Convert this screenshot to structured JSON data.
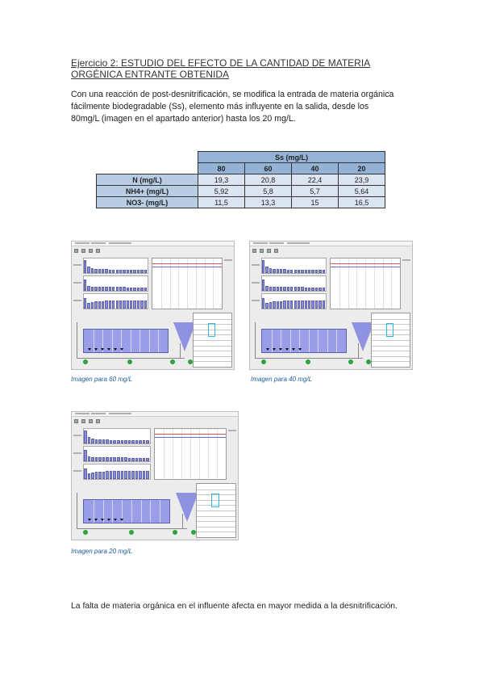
{
  "heading": {
    "line1": "Ejercicio 2: ESTUDIO DEL EFECTO DE LA CANTIDAD DE MATERIA",
    "line2": "ORGÉNICA ENTRANTE OBTENIDA"
  },
  "intro": {
    "line1": "Con una reacción de post-desnitrificación, se modifica la entrada de materia orgánica",
    "line2": "fácilmente biodegradable (Ss), elemento más influyente en la salida, desde los",
    "line3": "80mg/L (imagen en el apartado anterior) hasta los 20 mg/L."
  },
  "table": {
    "group_header": "Ss (mg/L)",
    "columns": [
      "80",
      "60",
      "40",
      "20"
    ],
    "rows": [
      {
        "label": "N (mg/L)",
        "values": [
          "19,3",
          "20,8",
          "22,4",
          "23,9"
        ]
      },
      {
        "label": "NH4+ (mg/L)",
        "values": [
          "5,92",
          "5,8",
          "5,7",
          "5,64"
        ]
      },
      {
        "label": "NO3- (mg/L)",
        "values": [
          "11,5",
          "13,3",
          "15",
          "16,5"
        ]
      }
    ]
  },
  "screenshots": {
    "s60": {
      "caption": "Imagen para 60 mg/L"
    },
    "s40": {
      "caption": "Imagen para 40 mg/L"
    },
    "s20": {
      "caption": "Imagen para 20 mg/L"
    }
  },
  "conclusion": "La falta de materia orgánica en el influente afecta en mayor medida a la desnitrificación.",
  "colors": {
    "table_header": "#95b3d7",
    "table_row_label": "#b8cce4",
    "table_cell": "#dbe5f1",
    "caption": "#1f5a9a"
  }
}
